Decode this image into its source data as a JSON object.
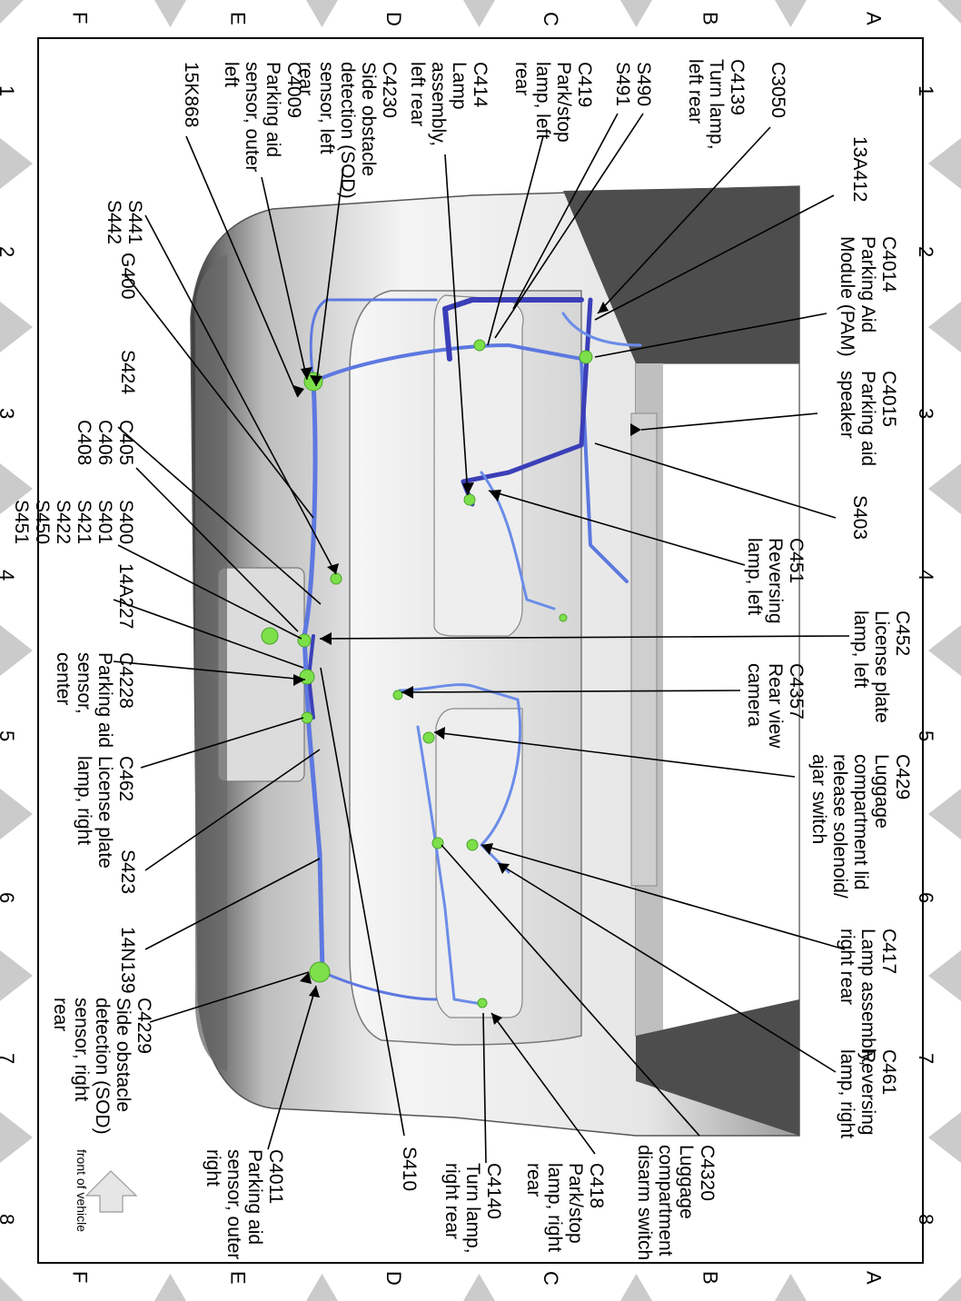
{
  "grid": {
    "rows_top": [
      "A",
      "B",
      "C",
      "D",
      "E",
      "F"
    ],
    "rows_bottom": [
      "A",
      "B",
      "C",
      "D",
      "E",
      "F"
    ],
    "cols_left": [
      "1",
      "2",
      "3",
      "4",
      "5",
      "6",
      "7",
      "8"
    ],
    "cols_right": [
      "1",
      "2",
      "3",
      "4",
      "5",
      "6",
      "7",
      "8"
    ]
  },
  "labels": {
    "c3050": "C3050",
    "c13a412": "13A412",
    "c4014": "C4014\nParking Aid\nModule (PAM)",
    "c4015": "C4015\nParking aid\nspeaker",
    "s403": "S403",
    "c451": "C451\nReversing\nlamp, left",
    "c452": "C452\nLicense plate\nlamp, left",
    "c4357": "C4357\nRear view\ncamera",
    "c429": "C429\nLuggage\ncompartment lid\nrelease solenoid/\najar switch",
    "c417": "C417\nLamp assembly,\nright rear",
    "c461": "C461\nReversing\nlamp, right",
    "c4139": "C4139\nTurn lamp,\nleft rear",
    "s490": "S490\nS491",
    "c419": "C419\nPark/stop\nlamp, left\nrear",
    "c414": "C414\nLamp\nassembly,\nleft rear",
    "c4230": "C4230\nSide obstacle\ndetection (SOD)\nsensor, left\nrear",
    "c4009": "C4009\nParking aid\nsensor, outer\nleft",
    "k15k868": "15K868",
    "s441": "S441\nS442",
    "g400": "G400",
    "s424": "S424",
    "c405": "C405\nC406\nC408",
    "s400": "S400\nS401\nS421\nS422\nS450\nS451",
    "k14a227": "14A227",
    "c4228": "C4228\nParking aid\nsensor,\ncenter",
    "c462": "C462\nLicense plate\nlamp, right",
    "s423": "S423",
    "k14n139": "14N139",
    "c4229": "C4229\nSide obstacle\ndetection (SOD)\nsensor, right\nrear",
    "c4011": "C4011\nParking aid\nsensor, outer\nright",
    "s410": "S410",
    "c4140": "C4140\nTurn lamp,\nright rear",
    "c418": "C418\nPark/stop\nlamp, right\nrear",
    "c4320": "C4320\nLuggage\ncompartment\ndisarm switch",
    "front": "front of vehicle"
  },
  "colors": {
    "harness": "#5d78e0",
    "harness_dark": "#3b3fb8",
    "connector": "#7de04a",
    "body_light": "#e8e8e8",
    "body_dark": "#5a5a5a",
    "marker": "#c9c9c9"
  },
  "icons": {
    "front_arrow": "arrow-right-icon"
  }
}
